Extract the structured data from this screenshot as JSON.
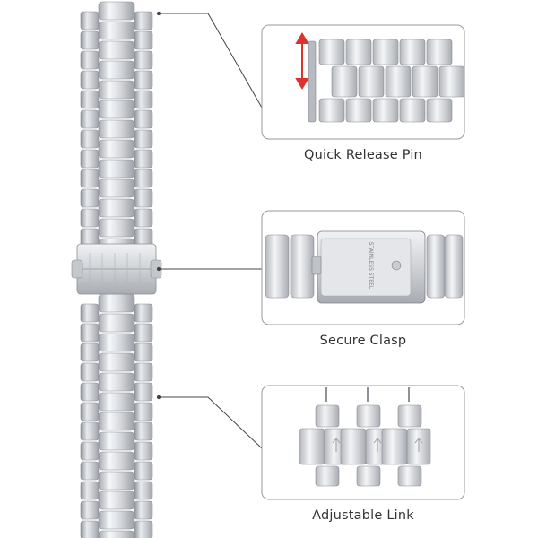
{
  "callouts": [
    {
      "label": "Quick Release Pin"
    },
    {
      "label": "Secure Clasp"
    },
    {
      "label": "Adjustable Link"
    }
  ],
  "clasp_engraving": "STAINLESS STEEL",
  "colors": {
    "metal_light": "#f4f5f7",
    "metal_mid": "#c9ccd1",
    "metal_dark": "#8e9298",
    "frame": "#9a9a9a",
    "leader": "#444444",
    "arrow": "#e0322c"
  },
  "icons": [
    "watch-band",
    "clasp",
    "pin-arrow",
    "link-arrow"
  ]
}
